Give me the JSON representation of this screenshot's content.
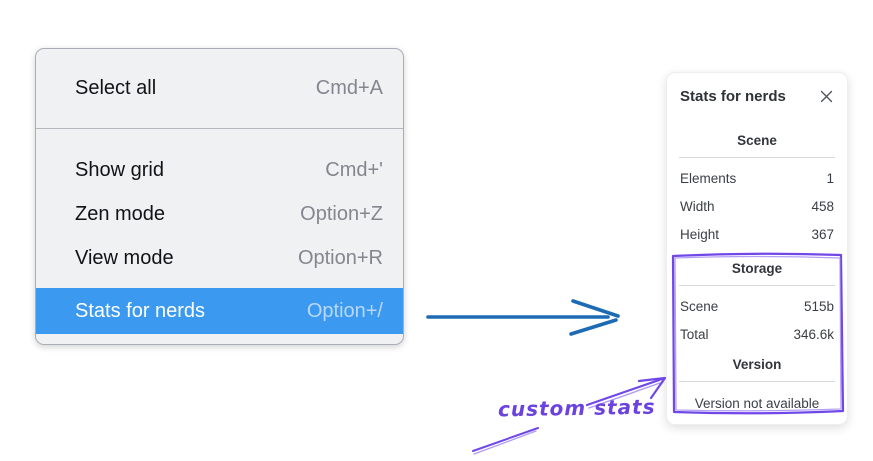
{
  "colors": {
    "highlight": "#3b99f0",
    "arrow-blue": "#1d6bb5",
    "purple": "#7048e8",
    "purple-light": "#9b82ef"
  },
  "menu": {
    "items": [
      {
        "label": "Select all",
        "shortcut": "Cmd+A",
        "highlighted": false
      },
      {
        "label": "Show grid",
        "shortcut": "Cmd+'",
        "highlighted": false
      },
      {
        "label": "Zen mode",
        "shortcut": "Option+Z",
        "highlighted": false
      },
      {
        "label": "View mode",
        "shortcut": "Option+R",
        "highlighted": false
      },
      {
        "label": "Stats for nerds",
        "shortcut": "Option+/",
        "highlighted": true
      }
    ]
  },
  "panel": {
    "title": "Stats for nerds",
    "close_icon": "close-x",
    "sections": [
      {
        "name": "Scene",
        "rows": [
          {
            "key": "Elements",
            "value": "1"
          },
          {
            "key": "Width",
            "value": "458"
          },
          {
            "key": "Height",
            "value": "367"
          }
        ]
      },
      {
        "name": "Storage",
        "rows": [
          {
            "key": "Scene",
            "value": "515b"
          },
          {
            "key": "Total",
            "value": "346.6k"
          }
        ]
      },
      {
        "name": "Version",
        "note": "Version not available"
      }
    ]
  },
  "annotation": {
    "label": "custom stats"
  }
}
